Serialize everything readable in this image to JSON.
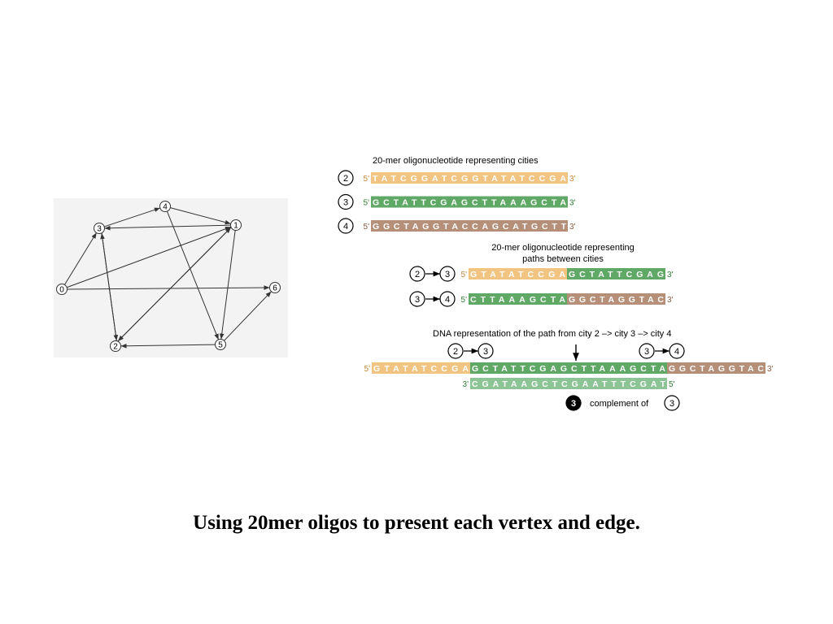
{
  "graph": {
    "nodes": [
      {
        "id": "0",
        "label": "0"
      },
      {
        "id": "1",
        "label": "1"
      },
      {
        "id": "2",
        "label": "2"
      },
      {
        "id": "3",
        "label": "3"
      },
      {
        "id": "4",
        "label": "4"
      },
      {
        "id": "5",
        "label": "5"
      },
      {
        "id": "6",
        "label": "6"
      }
    ],
    "edges": [
      {
        "from": "0",
        "to": "3"
      },
      {
        "from": "0",
        "to": "1"
      },
      {
        "from": "0",
        "to": "6"
      },
      {
        "from": "3",
        "to": "4"
      },
      {
        "from": "4",
        "to": "1"
      },
      {
        "from": "1",
        "to": "3"
      },
      {
        "from": "3",
        "to": "2"
      },
      {
        "from": "2",
        "to": "3"
      },
      {
        "from": "1",
        "to": "2"
      },
      {
        "from": "2",
        "to": "1"
      },
      {
        "from": "4",
        "to": "5"
      },
      {
        "from": "1",
        "to": "5"
      },
      {
        "from": "5",
        "to": "2"
      },
      {
        "from": "5",
        "to": "6"
      }
    ]
  },
  "cities": {
    "title": "20-mer oligonucleotide representing cities",
    "rows": [
      {
        "city": "2",
        "left": "5'",
        "right": "3'",
        "segments": [
          {
            "seq": "TATCGGATCGGTATATCCGA",
            "color": "#f2c482"
          }
        ]
      },
      {
        "city": "3",
        "left": "5'",
        "right": "3'",
        "segments": [
          {
            "seq": "GCTATTCGAGCTTAAAGCTA",
            "color": "#5fa866"
          }
        ]
      },
      {
        "city": "4",
        "left": "5'",
        "right": "3'",
        "segments": [
          {
            "seq": "GGCTAGGTACCAGCATGCTT",
            "color": "#b58f78"
          }
        ]
      }
    ]
  },
  "paths": {
    "title_line1": "20-mer oligonucleotide representing",
    "title_line2": "paths between cities",
    "rows": [
      {
        "from": "2",
        "to": "3",
        "left": "5'",
        "right": "3'",
        "segments": [
          {
            "seq": "GTATATCCGA",
            "color": "#f2c482"
          },
          {
            "seq": "GCTATTCGAG",
            "color": "#5fa866"
          }
        ]
      },
      {
        "from": "3",
        "to": "4",
        "left": "5'",
        "right": "3'",
        "segments": [
          {
            "seq": "CTTAAAGCTA",
            "color": "#5fa866"
          },
          {
            "seq": "GGCTAGGTAC",
            "color": "#b58f78"
          }
        ]
      }
    ]
  },
  "dna": {
    "title": "DNA representation of the path from city 2 –> city 3 –> city 4",
    "pair_a": {
      "from": "2",
      "to": "3"
    },
    "pair_b": {
      "from": "3",
      "to": "4"
    },
    "top": {
      "left": "5'",
      "right": "3'",
      "segments": [
        {
          "seq": "GTATATCCGA",
          "color": "#f2c482"
        },
        {
          "seq": "GCTATTCGAGCTTAAAGCTA",
          "color": "#5fa866"
        },
        {
          "seq": "GGCTAGGTAC",
          "color": "#b58f78"
        }
      ]
    },
    "bottom": {
      "left": "3'",
      "right": "5'",
      "segments": [
        {
          "seq": "CGATAAGCTCGAATTTCGAT",
          "color": "#8cc495"
        }
      ]
    },
    "complement_node": "3",
    "complement_text": "complement of",
    "complement_of": "3"
  },
  "caption": "Using 20mer oligos to present each vertex and edge."
}
